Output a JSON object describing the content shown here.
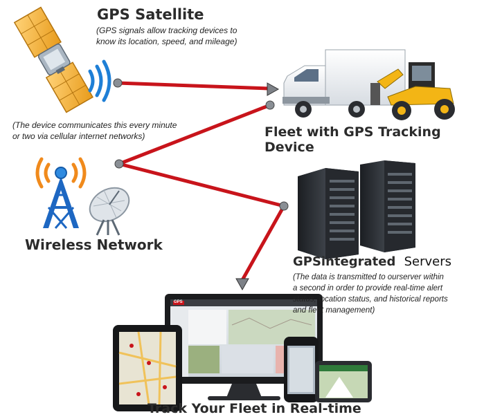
{
  "satellite": {
    "title": "GPS Satellite",
    "note_line1": "(GPS signals allow tracking devices to",
    "note_line2": "know its location, speed, and mileage)"
  },
  "network_note": {
    "line1": "(The device communicates this every minute",
    "line2": "or two via cellular internet networks)"
  },
  "fleet": {
    "title": "Fleet with GPS Tracking Device"
  },
  "wireless": {
    "title": "Wireless Network"
  },
  "servers": {
    "brand": "GPSintegrated",
    "title": "Servers",
    "note_line1": "(The data is transmitted to ourserver within",
    "note_line2": "a second in order to provide real-time alert",
    "note_line3": "status, location status, and historical reports",
    "note_line4": "and fleet management)"
  },
  "devices": {
    "title": "Track Your Fleet in Real-time",
    "app_logo": "GPS"
  },
  "colors": {
    "line": "#c8141b",
    "signal": "#1e7fd6",
    "tower_signal": "#f08a1c"
  }
}
